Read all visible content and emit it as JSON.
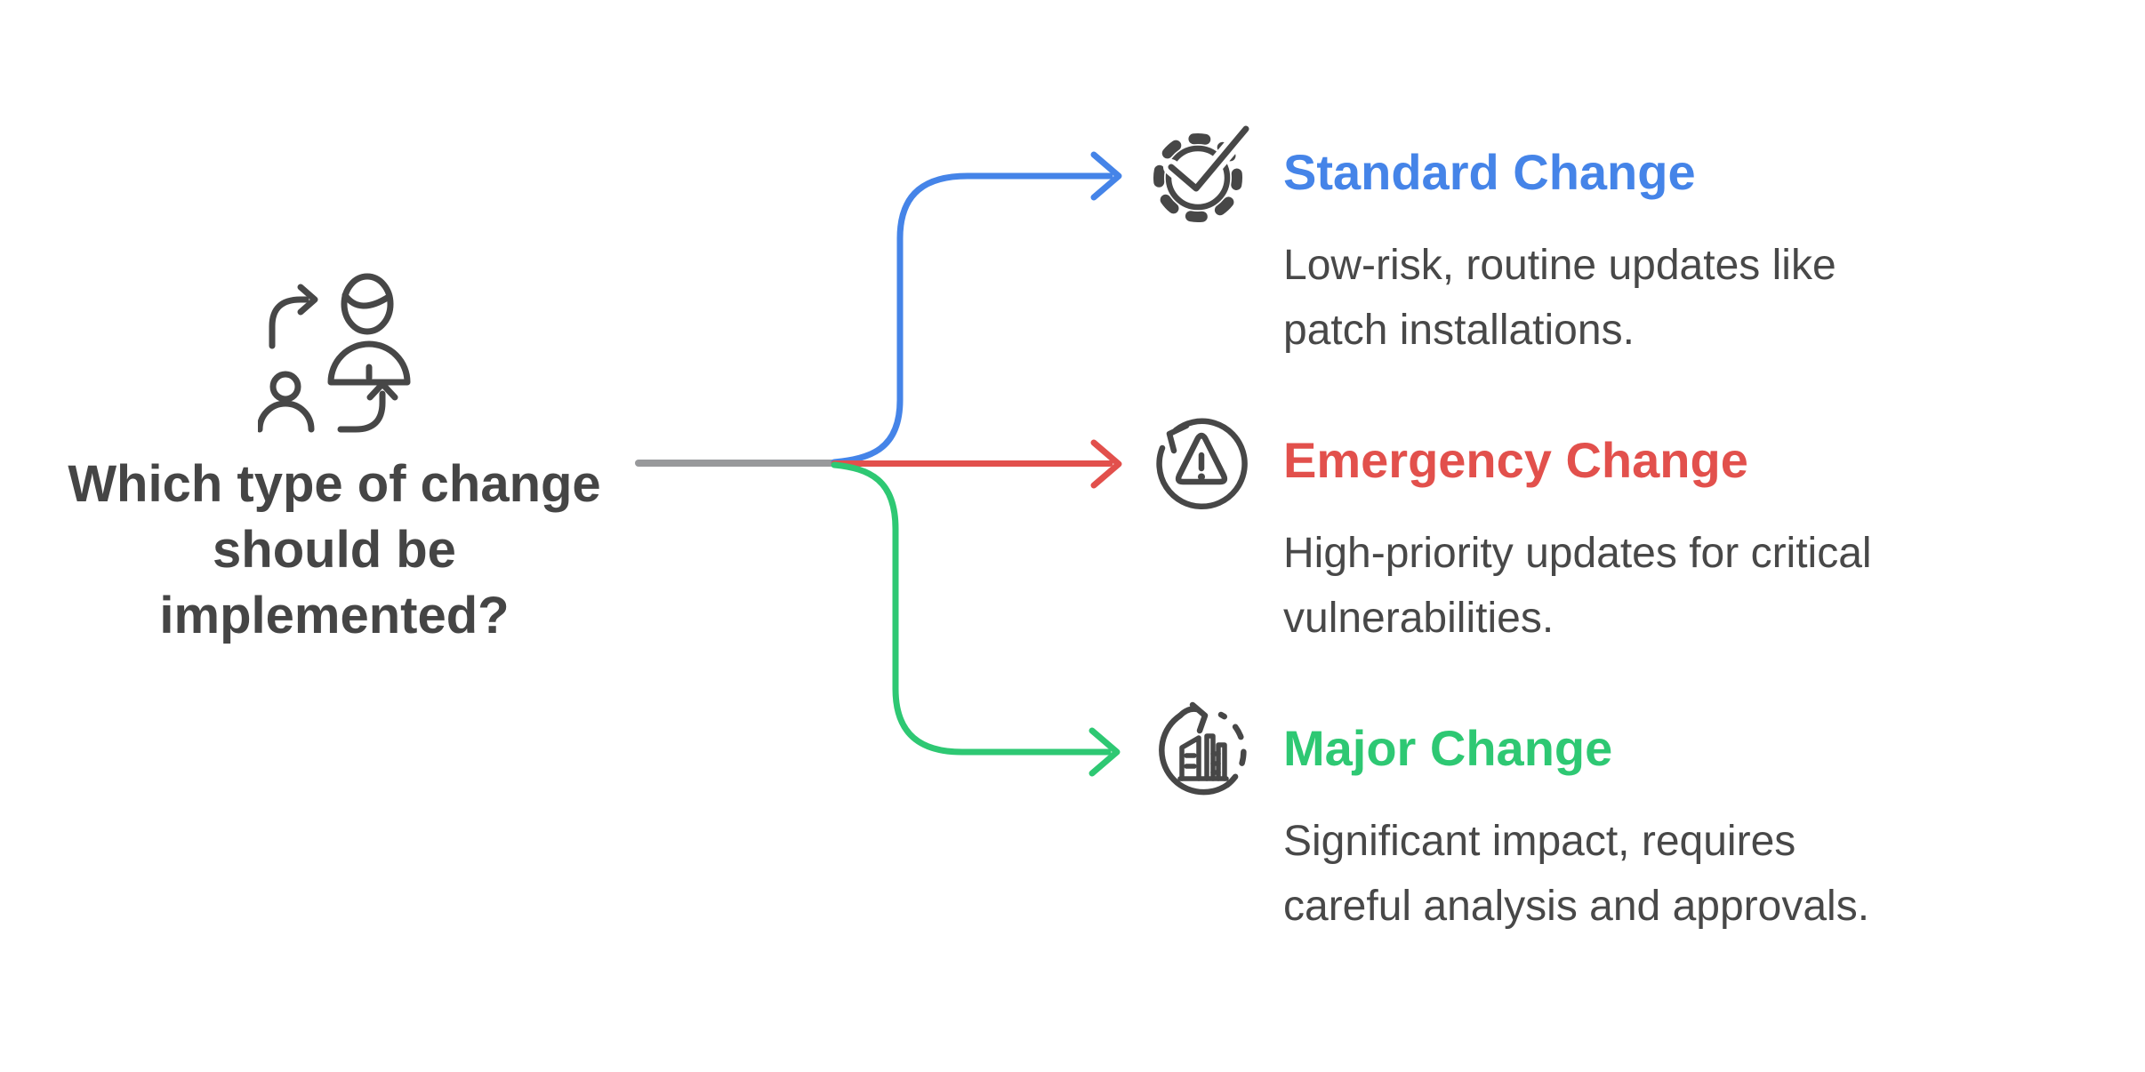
{
  "diagram": {
    "question": {
      "text": "Which type of change\nshould be\nimplemented?",
      "icon": "people-swap-icon"
    },
    "branches": [
      {
        "id": "standard",
        "title": "Standard Change",
        "description": "Low-risk, routine updates like\npatch installations.",
        "color": "#4584e8",
        "icon": "gear-check-icon"
      },
      {
        "id": "emergency",
        "title": "Emergency Change",
        "description": "High-priority updates for critical\nvulnerabilities.",
        "color": "#e2504c",
        "icon": "alert-restore-icon"
      },
      {
        "id": "major",
        "title": "Major Change",
        "description": "Significant impact, requires\ncareful analysis and approvals.",
        "color": "#2ec873",
        "icon": "factory-cycle-icon"
      }
    ],
    "colors": {
      "stem_gray": "#98999b",
      "icon_dark": "#474747",
      "text_dark": "#454545",
      "standard_blue": "#4584e8",
      "emergency_red": "#e2504c",
      "major_green": "#2ec873"
    }
  }
}
